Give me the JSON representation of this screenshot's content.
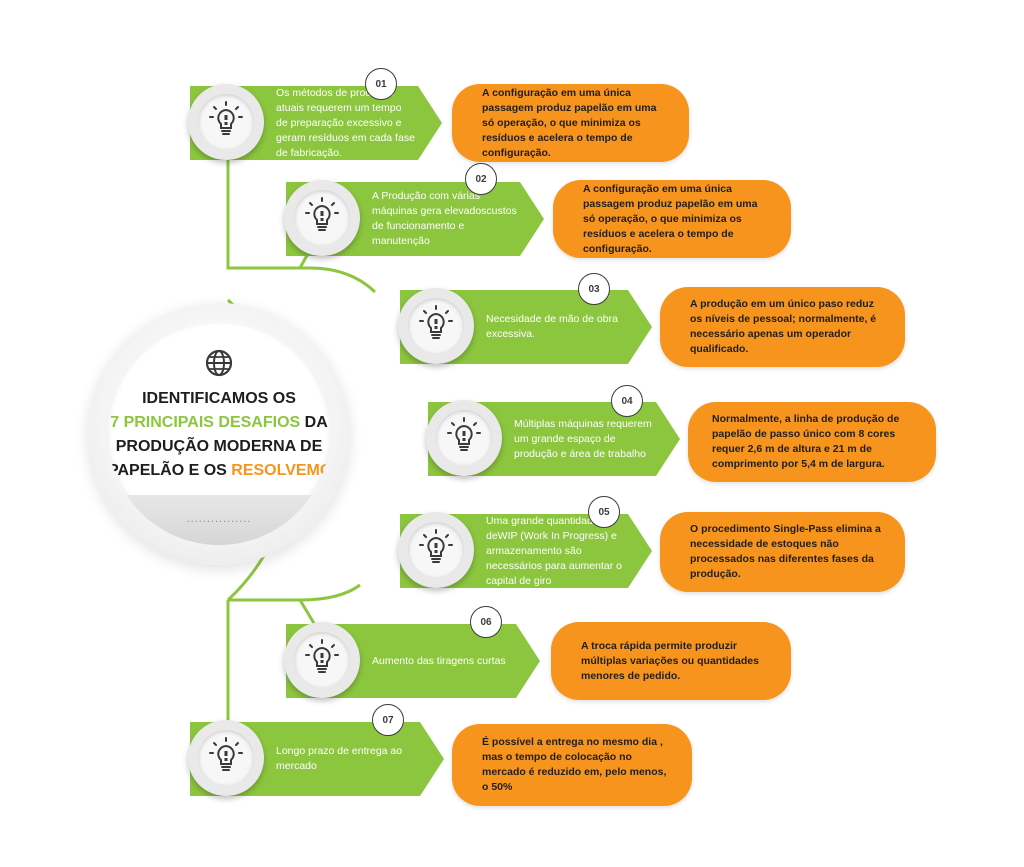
{
  "center": {
    "line1": "IDENTIFICAMOS OS",
    "line2_highlight": "7 PRINCIPAIS DESAFIOS",
    "line2_rest": " DA",
    "line3": "PRODUÇÃO MODERNA DE",
    "line4_plain": "PAPELÃO E OS ",
    "line4_highlight": "RESOLVEMOS",
    "dots": "................",
    "icon": "globe-icon"
  },
  "colors": {
    "green": "#8cc63f",
    "orange": "#f7941d",
    "dark": "#1e1e1e"
  },
  "items": [
    {
      "number": "01",
      "challenge": "Os métodos de produção atuais requerem um tempo de preparação excessivo e geram resíduos em cada fase de fabricação.",
      "solution": "A configuração em uma única passagem produz papelão em uma só operação, o que minimiza os resíduos e acelera o tempo de configuração.",
      "icon": "lightbulb-icon"
    },
    {
      "number": "02",
      "challenge": "A Produção com várias máquinas gera elevadoscustos de funcionamento e manutenção",
      "solution": "A configuração em uma única passagem produz papelão em uma só operação, o que minimiza os resíduos e acelera o tempo de configuração.",
      "icon": "lightbulb-icon"
    },
    {
      "number": "03",
      "challenge": "Necesidade de mão de obra excessiva.",
      "solution": "A produção em um único paso reduz os níveis de pessoal; normalmente, é necessário apenas um operador qualificado.",
      "icon": "lightbulb-icon"
    },
    {
      "number": "04",
      "challenge": "Múltiplas máquinas requerem um grande espaço de produção e área de trabalho",
      "solution": "Normalmente, a linha de produção de papelão de passo único com 8 cores requer 2,6 m de altura e 21 m de comprimento por 5,4 m de largura.",
      "icon": "lightbulb-icon"
    },
    {
      "number": "05",
      "challenge": "Uma grande quantidade deWIP (Work In Progress) e armazenamento são necessários para aumentar o capital de giro",
      "solution": "O procedimento Single-Pass elimina a necessidade de estoques não processados nas diferentes fases da produção.",
      "icon": "lightbulb-icon"
    },
    {
      "number": "06",
      "challenge": "Aumento das tiragens curtas",
      "solution": "A troca rápida permite produzir múltiplas variações ou quantidades menores de pedido.",
      "icon": "lightbulb-icon"
    },
    {
      "number": "07",
      "challenge": "Longo prazo de entrega ao mercado",
      "solution": "É possível a entrega no mesmo dia , mas o tempo de colocação no mercado é reduzido em, pelo menos, o 50%",
      "icon": "lightbulb-icon"
    }
  ]
}
